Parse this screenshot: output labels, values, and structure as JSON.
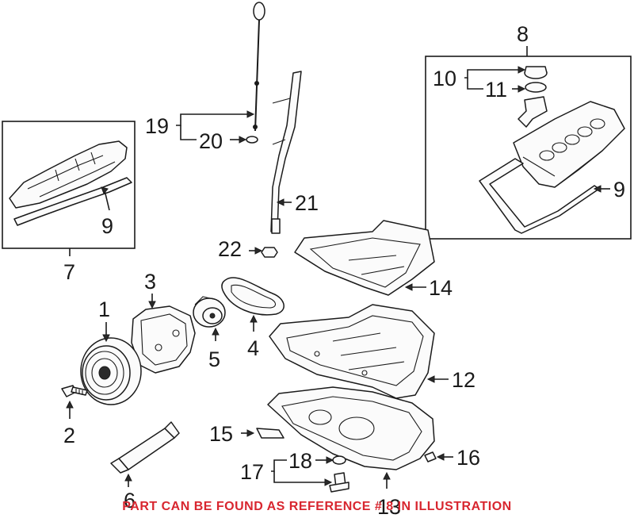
{
  "diagram": {
    "callouts": {
      "c1": "1",
      "c2": "2",
      "c3": "3",
      "c4": "4",
      "c5": "5",
      "c6": "6",
      "c7": "7",
      "c8": "8",
      "c9a": "9",
      "c9b": "9",
      "c10": "10",
      "c11": "11",
      "c12": "12",
      "c13": "13",
      "c14": "14",
      "c15": "15",
      "c16": "16",
      "c17": "17",
      "c18": "18",
      "c19": "19",
      "c20": "20",
      "c21": "21",
      "c22": "22"
    },
    "footer_note": "PART CAN BE FOUND AS REFERENCE # 8 IN ILLUSTRATION",
    "colors": {
      "lines": "#1a1a1a",
      "note": "#d8262f",
      "background": "#ffffff"
    }
  }
}
